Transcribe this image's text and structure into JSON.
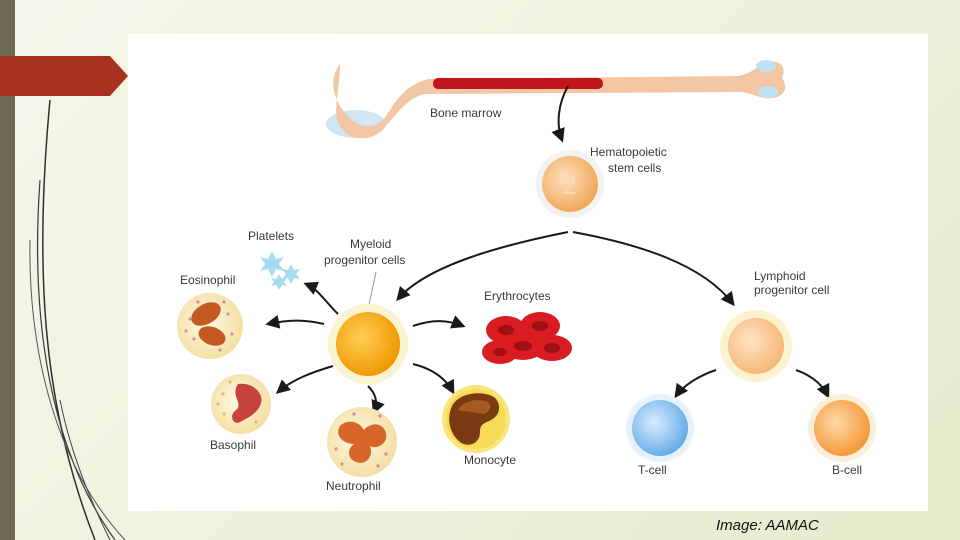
{
  "labels": {
    "bone_marrow": "Bone marrow",
    "hsc_line1": "Hematopoietic",
    "hsc_line2": "stem cells",
    "hsc_badge": "2",
    "platelets": "Platelets",
    "myeloid_line1": "Myeloid",
    "myeloid_line2": "progenitor cells",
    "eosinophil": "Eosinophil",
    "erythrocytes": "Erythrocytes",
    "lymphoid_line1": "Lymphoid",
    "lymphoid_line2": "progenitor cell",
    "basophil": "Basophil",
    "neutrophil": "Neutrophil",
    "monocyte": "Monocyte",
    "t_cell": "T-cell",
    "b_cell": "B-cell"
  },
  "credit": "Image:  AAMAC",
  "colors": {
    "accent_tab": "#a8321f",
    "sidebar": "#6f6a4f",
    "bone": "#f3c7a3",
    "marrow": "#c0161c",
    "stem_cell": "#f0a95c",
    "myeloid_cell": "#f5a00a",
    "erythrocyte": "#d81c22",
    "t_cell": "#7ab8ee",
    "b_cell": "#f5a850",
    "lymphoid_cell": "#f7c48c"
  }
}
